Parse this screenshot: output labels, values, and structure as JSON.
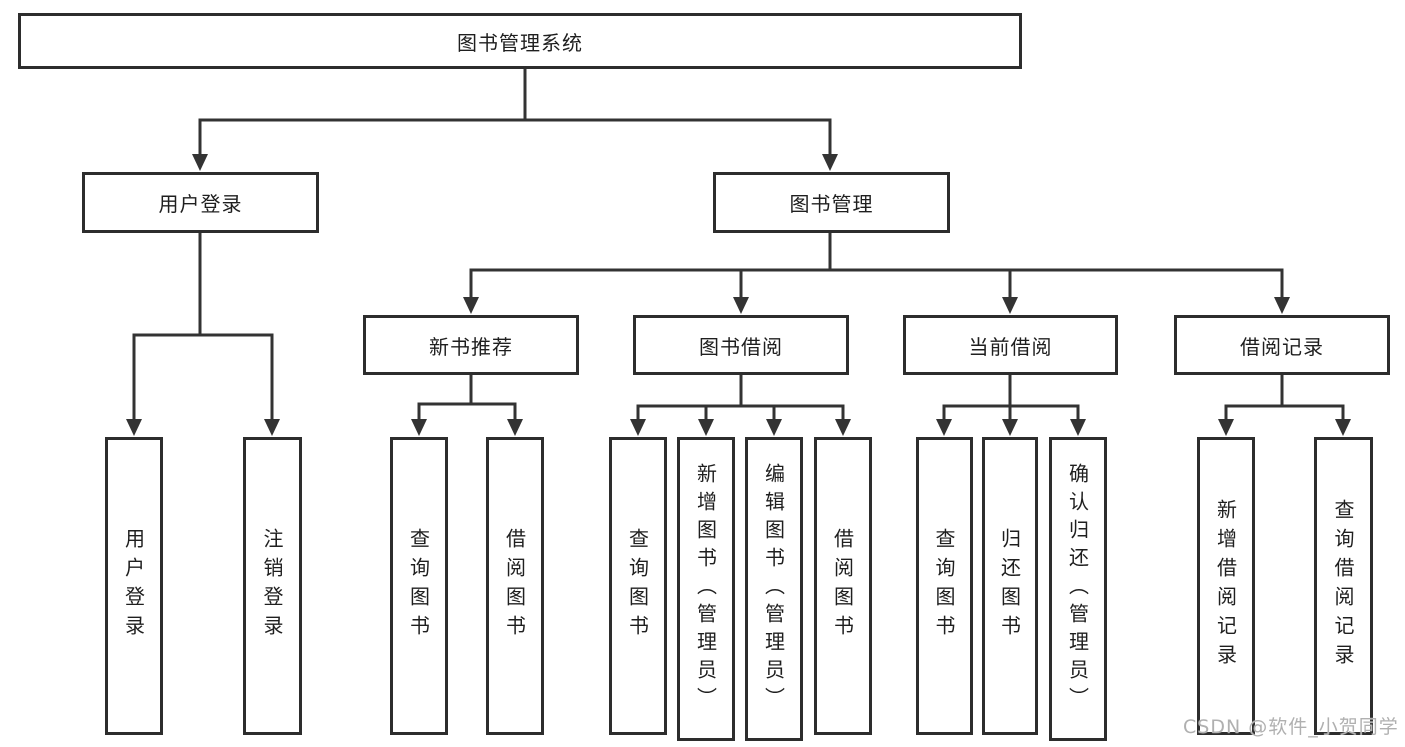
{
  "diagram": {
    "root": {
      "label": "图书管理系统"
    },
    "branches": [
      {
        "label": "用户登录",
        "children": [
          {
            "label": "用户登录"
          },
          {
            "label": "注销登录"
          }
        ]
      },
      {
        "label": "图书管理",
        "groups": [
          {
            "label": "新书推荐",
            "children": [
              {
                "label": "查询图书"
              },
              {
                "label": "借阅图书"
              }
            ]
          },
          {
            "label": "图书借阅",
            "children": [
              {
                "label": "查询图书"
              },
              {
                "label": "新增图书（管理员）"
              },
              {
                "label": "编辑图书（管理员）"
              },
              {
                "label": "借阅图书"
              }
            ]
          },
          {
            "label": "当前借阅",
            "children": [
              {
                "label": "查询图书"
              },
              {
                "label": "归还图书"
              },
              {
                "label": "确认归还（管理员）"
              }
            ]
          },
          {
            "label": "借阅记录",
            "children": [
              {
                "label": "新增借阅记录"
              },
              {
                "label": "查询借阅记录"
              }
            ]
          }
        ]
      }
    ],
    "watermark": {
      "text": "CSDN @软件_小贺同学"
    },
    "colors": {
      "line": "#333333",
      "box_border": "#2d2d2d",
      "text": "#1f1f1f",
      "watermark": "#b0b0b0",
      "background": "#ffffff"
    }
  }
}
